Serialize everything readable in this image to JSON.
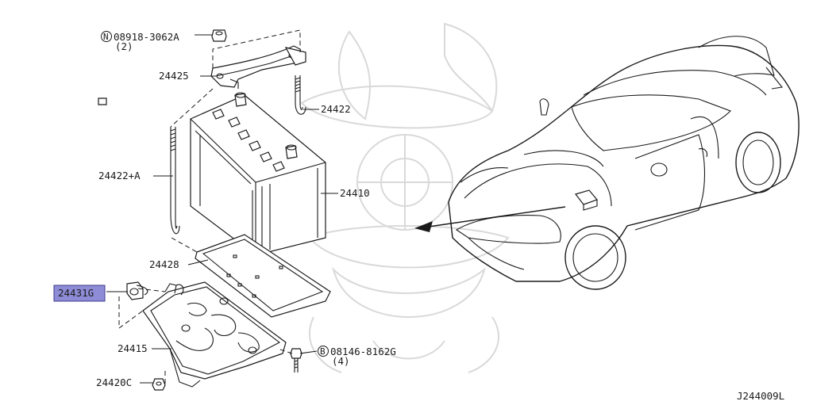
{
  "parts": {
    "nut": "08918-3062A",
    "nut_badge": "N",
    "nut_qty": "(2)",
    "hold_frame": "24425",
    "hold_rod_right": "24422",
    "hold_rod_left": "24422+A",
    "battery": "24410",
    "tray_mat": "24428",
    "clip_selected": "24431G",
    "bracket": "24415",
    "bracket_clip": "24420C",
    "bolt": "08146-8162G",
    "bolt_badge": "B",
    "bolt_qty": "(4)"
  },
  "diagram_code": "J244009L",
  "colors": {
    "highlight": "#8e8cd6",
    "line": "#1a1a1a",
    "watermark": "#d9d9d9"
  }
}
